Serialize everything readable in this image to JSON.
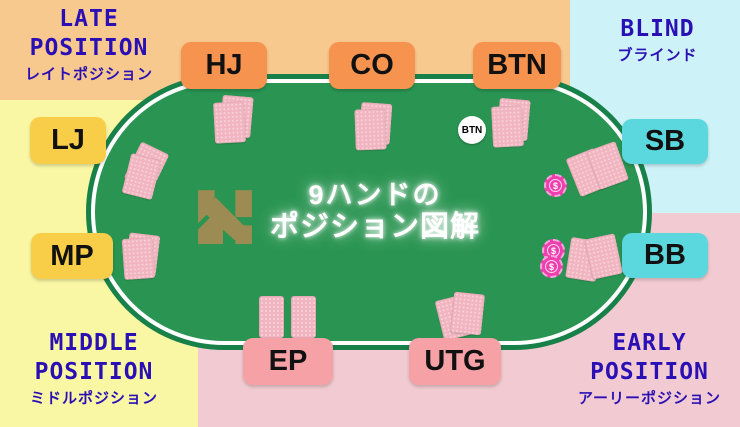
{
  "regions": {
    "late": {
      "title_line1": "LATE",
      "title_line2": "POSITION",
      "subtitle": "レイトポジション"
    },
    "blind": {
      "title_line1": "BLIND",
      "subtitle": "ブラインド"
    },
    "middle": {
      "title_line1": "MIDDLE",
      "title_line2": "POSITION",
      "subtitle": "ミドルポジション"
    },
    "early": {
      "title_line1": "EARLY",
      "title_line2": "POSITION",
      "subtitle": "アーリーポジション"
    }
  },
  "table": {
    "title_line1": "9ハンドの",
    "title_line2": "ポジション図解",
    "dealer_button_label": "BTN",
    "chip_symbol": "$"
  },
  "seats": [
    {
      "id": "hj",
      "label": "HJ"
    },
    {
      "id": "co",
      "label": "CO"
    },
    {
      "id": "btn",
      "label": "BTN"
    },
    {
      "id": "lj",
      "label": "LJ"
    },
    {
      "id": "mp",
      "label": "MP"
    },
    {
      "id": "sb",
      "label": "SB"
    },
    {
      "id": "bb",
      "label": "BB"
    },
    {
      "id": "ep",
      "label": "EP"
    },
    {
      "id": "utg",
      "label": "UTG"
    }
  ],
  "colors": {
    "bg_late_orange": "#F8C98E",
    "bg_blind_cyan": "#CDF2F7",
    "bg_middle_yellow": "#FAF7A4",
    "bg_early_pink": "#F1CBD1",
    "felt_green": "#2A9552",
    "rim_green": "#18814A",
    "ring_white": "#FFFFFF",
    "label_orange": "#F6934E",
    "label_yellow": "#F8CE49",
    "label_cyan": "#5BD8DE",
    "label_salmon": "#F6A1A6",
    "heading_blue": "#2A10B4",
    "card_pink": "#F1B5C0",
    "chip_magenta": "#EE3FAE",
    "logo_gold": "#9C8B52"
  }
}
